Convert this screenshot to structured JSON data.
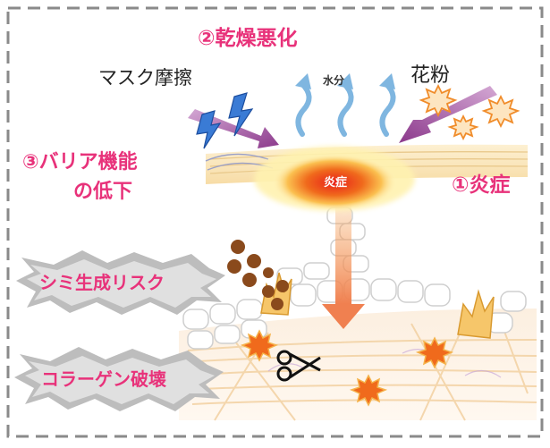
{
  "labels": {
    "dryness": "②乾燥悪化",
    "mask_friction": "マスク摩擦",
    "water": "水分",
    "pollen": "花粉",
    "barrier": "③バリア機能\nの低下",
    "barrier_line1": "③バリア機能",
    "barrier_line2": "の低下",
    "inflammation_center": "炎症",
    "inflammation": "①炎症",
    "spot_risk": "シミ生成リスク",
    "collagen_break": "コラーゲン破壊"
  },
  "colors": {
    "accent_pink": "#e8327a",
    "frame_dash": "#8a8a8a",
    "lightning": "#3a7bd5",
    "arrow_purple": "#8c3a8c",
    "pollen_orange": "#f08c2a",
    "inflammation_red": "#e03020",
    "water_wave": "#7fb6e0",
    "melanin_brown": "#8a4a1c"
  },
  "icons": [
    "lightning-icon",
    "pollen-icon",
    "water-wave-icon",
    "scissors-icon",
    "burst-icon"
  ]
}
